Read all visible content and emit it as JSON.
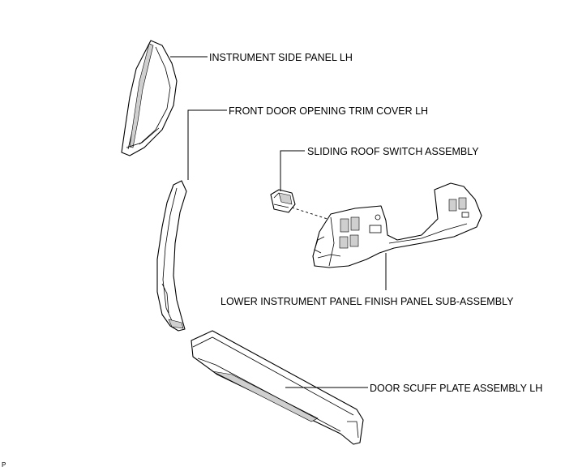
{
  "labels": {
    "instrument_side_panel": "INSTRUMENT SIDE PANEL LH",
    "front_door_trim_cover": "FRONT DOOR OPENING TRIM COVER LH",
    "sliding_roof_switch": "SLIDING ROOF SWITCH ASSEMBLY",
    "lower_instrument_panel": "LOWER INSTRUMENT PANEL FINISH PANEL SUB-ASSEMBLY",
    "door_scuff_plate": "DOOR SCUFF PLATE ASSEMBLY LH"
  },
  "figure_ref": "P"
}
